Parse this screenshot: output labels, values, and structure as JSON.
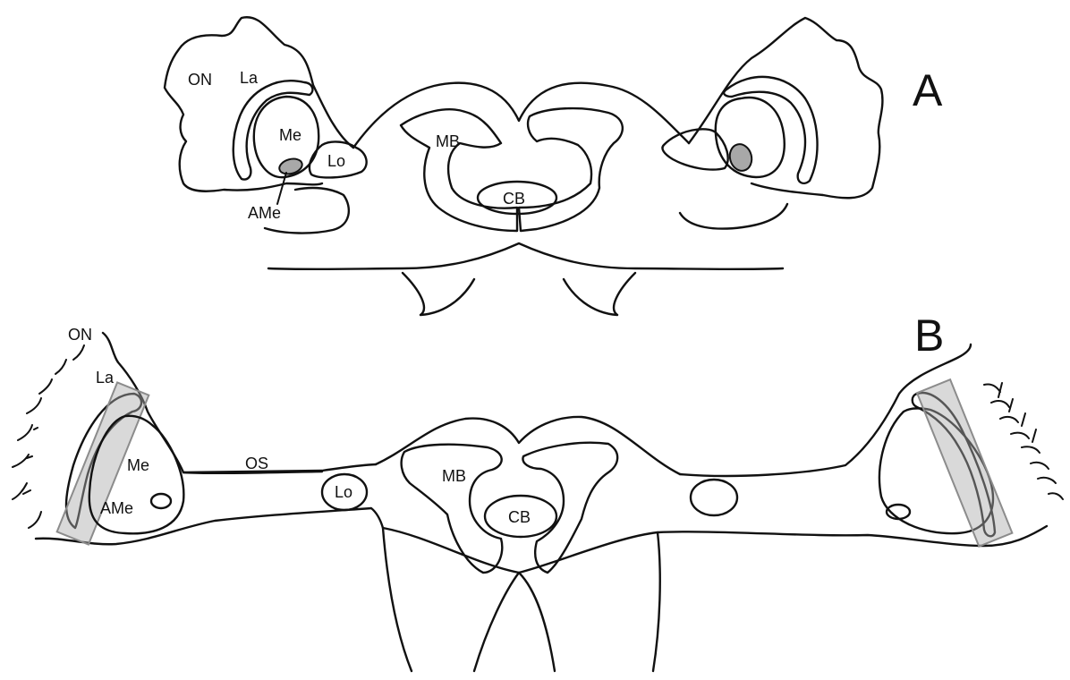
{
  "panels": {
    "a": {
      "letter": "A",
      "labels": {
        "on": "ON",
        "la": "La",
        "me": "Me",
        "lo": "Lo",
        "ame": "AMe",
        "mb": "MB",
        "cb": "CB"
      }
    },
    "b": {
      "letter": "B",
      "labels": {
        "on": "ON",
        "la": "La",
        "me": "Me",
        "ame": "AMe",
        "os": "OS",
        "lo": "Lo",
        "mb": "MB",
        "cb": "CB"
      }
    }
  },
  "colors": {
    "outline": "#111111",
    "ame_fill": "#a8a8a8",
    "band_fill": "#aaaaaa"
  }
}
